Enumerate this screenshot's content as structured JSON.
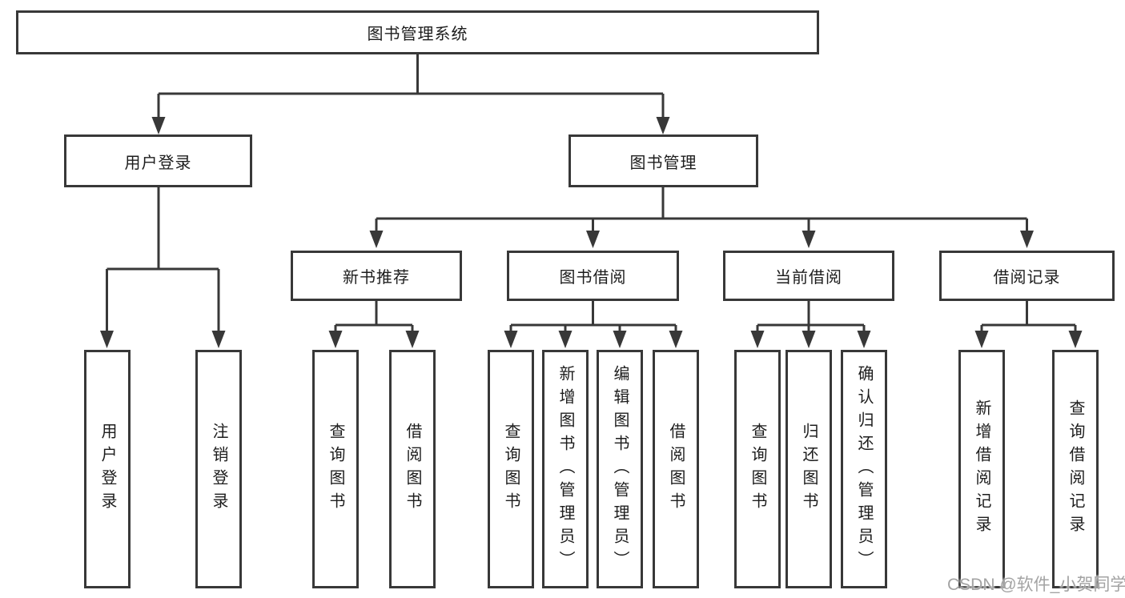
{
  "diagram": {
    "root": {
      "label": "图书管理系统"
    },
    "level2": {
      "user_login": {
        "label": "用户登录"
      },
      "book_management": {
        "label": "图书管理"
      }
    },
    "level3": {
      "new_book_recommend": {
        "label": "新书推荐"
      },
      "book_borrow": {
        "label": "图书借阅"
      },
      "current_borrow": {
        "label": "当前借阅"
      },
      "borrow_records": {
        "label": "借阅记录"
      }
    },
    "leaves": {
      "user_login_leaf": {
        "label": "用户登录"
      },
      "logout": {
        "label": "注销登录"
      },
      "nb_query_books": {
        "label": "查询图书"
      },
      "nb_borrow_books": {
        "label": "借阅图书"
      },
      "bb_query_books": {
        "label": "查询图书"
      },
      "bb_add_books_admin": {
        "label": "新增图书（管理员）"
      },
      "bb_edit_books_admin": {
        "label": "编辑图书（管理员）"
      },
      "bb_borrow_books": {
        "label": "借阅图书"
      },
      "cb_query_books": {
        "label": "查询图书"
      },
      "cb_return_books": {
        "label": "归还图书"
      },
      "cb_confirm_return_admin": {
        "label": "确认归还（管理员）"
      },
      "br_add_record": {
        "label": "新增借阅记录"
      },
      "br_query_record": {
        "label": "查询借阅记录"
      }
    },
    "watermark": "CSDN @软件_小贺同学",
    "colors": {
      "line": "#383838",
      "text": "#1d1d1d",
      "watermark": "#9e9e9e",
      "background": "#ffffff"
    }
  }
}
